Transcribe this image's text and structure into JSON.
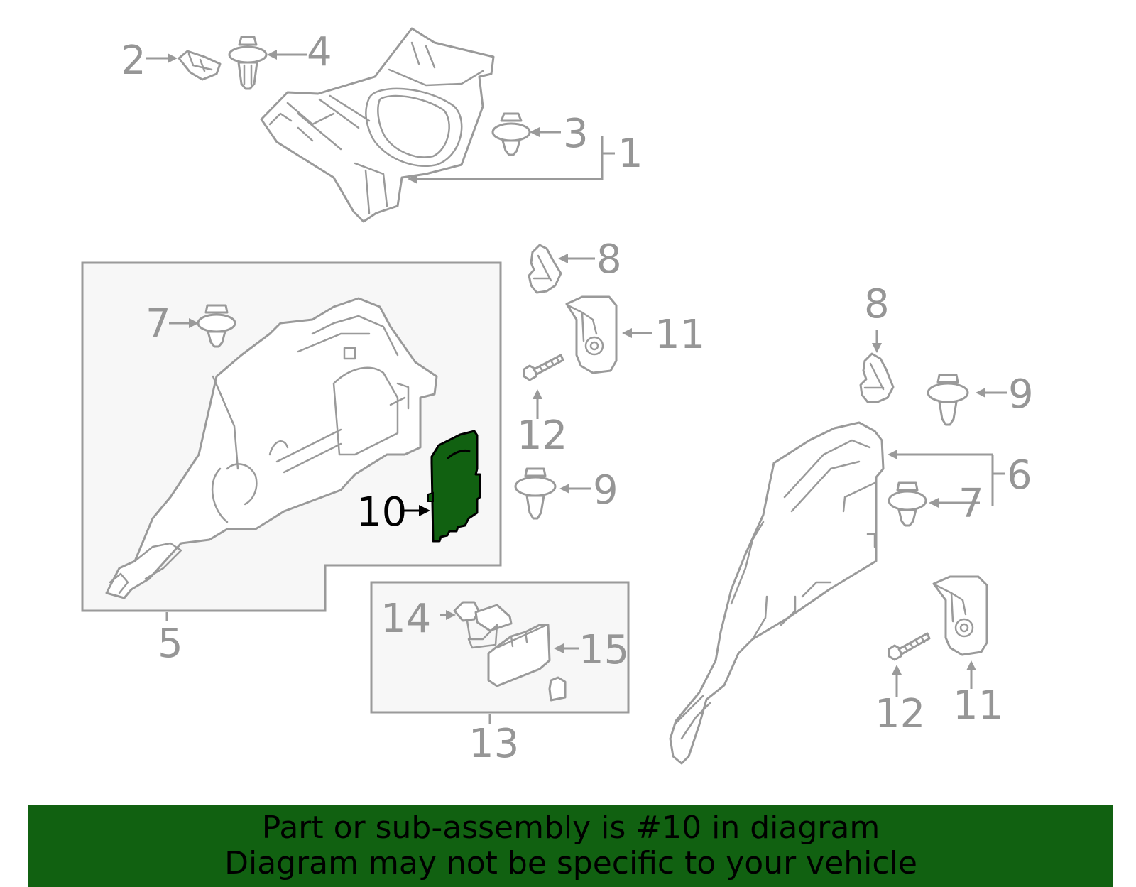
{
  "colors": {
    "outline": "#9a9a9a",
    "highlight_fill": "#116111",
    "banner_background": "#116111",
    "box_fill": "#f7f7f7",
    "callout_text": "#969696"
  },
  "callouts": {
    "c1": "1",
    "c2": "2",
    "c3": "3",
    "c4": "4",
    "c5": "5",
    "c6": "6",
    "c7a": "7",
    "c7b": "7",
    "c8a": "8",
    "c8b": "8",
    "c9a": "9",
    "c9b": "9",
    "c10": "10",
    "c11a": "11",
    "c11b": "11",
    "c12a": "12",
    "c12b": "12",
    "c13": "13",
    "c14": "14",
    "c15": "15"
  },
  "highlighted_part": "10",
  "banner": {
    "line1": "Part or sub-assembly is #10 in diagram",
    "line2": "Diagram may not be specific to your vehicle"
  }
}
